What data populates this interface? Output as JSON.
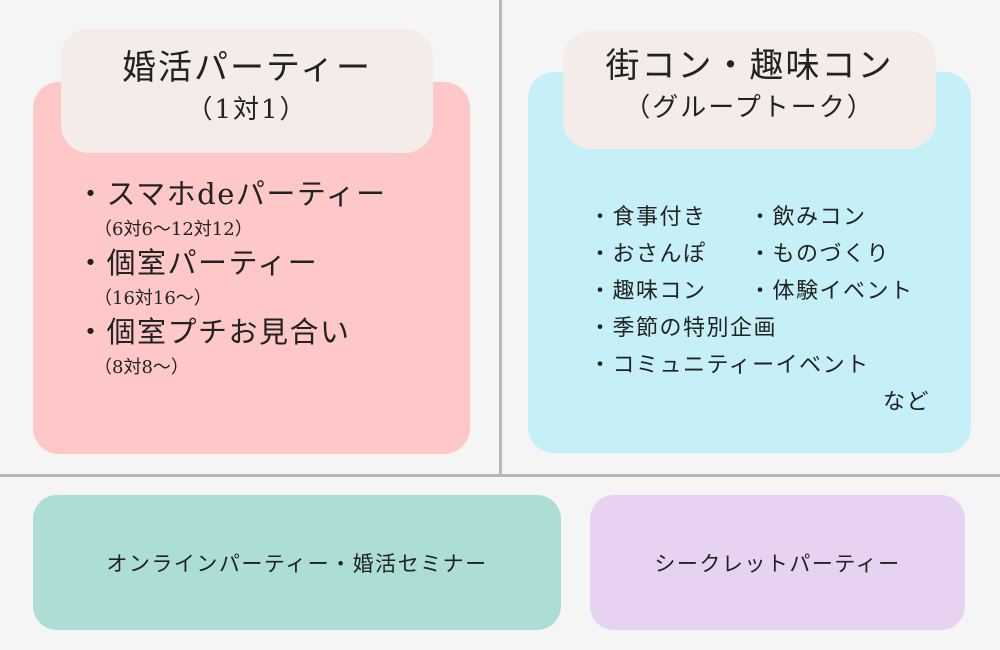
{
  "konkatsu": {
    "title": "婚活パーティー",
    "subtitle": "（1対1）",
    "items": [
      {
        "label": "・スマホdeパーティー",
        "note": "（6対6〜12対12）"
      },
      {
        "label": "・個室パーティー",
        "note": "（16対16〜）"
      },
      {
        "label": "・個室プチお見合い",
        "note": "（8対8〜）"
      }
    ]
  },
  "machikon": {
    "title": "街コン・趣味コン",
    "subtitle": "（グループトーク）",
    "rows": [
      [
        "・食事付き",
        "・飲みコン"
      ],
      [
        "・おさんぽ",
        "・ものづくり"
      ],
      [
        "・趣味コン",
        "・体験イベント"
      ],
      [
        "・季節の特別企画",
        ""
      ],
      [
        "・コミュニティーイベント",
        ""
      ]
    ],
    "etc": "など"
  },
  "buttons": {
    "online": "オンラインパーティー・婚活セミナー",
    "secret": "シークレットパーティー"
  },
  "colors": {
    "konkatsu_panel": "#fec8c8",
    "machikon_panel": "#c5f0f8",
    "tab": "#f3ece8",
    "online_button": "#acded5",
    "secret_button": "#e8d2f1"
  }
}
